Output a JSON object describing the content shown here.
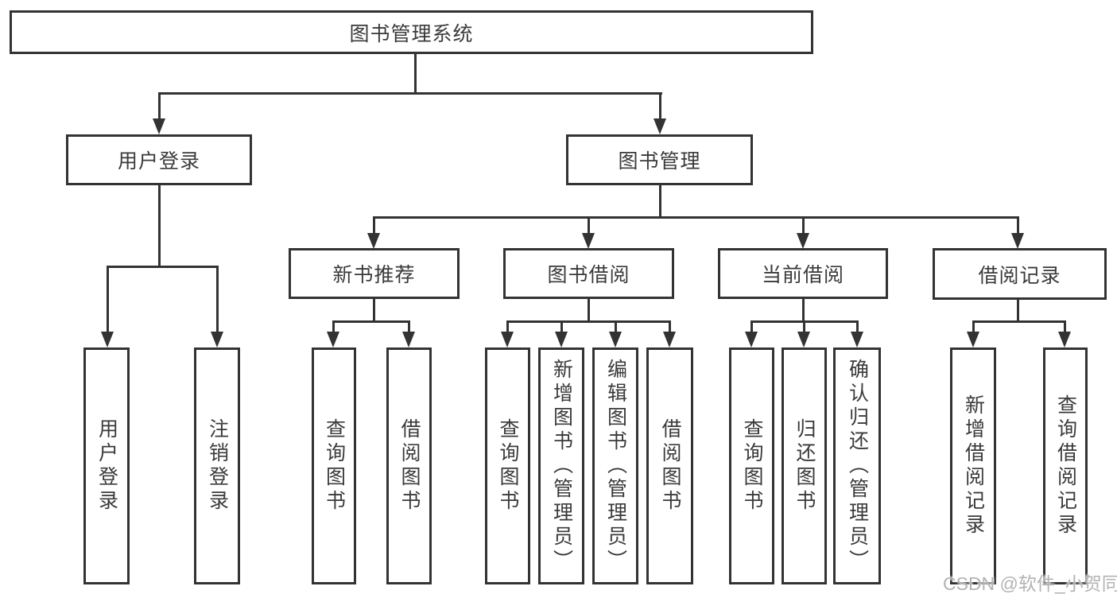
{
  "diagram": {
    "title": "图书管理系统",
    "root": "图书管理系统",
    "level2": {
      "user_login": "用户登录",
      "book_mgmt": "图书管理"
    },
    "level3": {
      "new_books": "新书推荐",
      "borrow": "图书借阅",
      "current": "当前借阅",
      "records": "借阅记录"
    },
    "leaves": {
      "user_login_1": "用户登录",
      "user_login_2": "注销登录",
      "new_books_1": "查询图书",
      "new_books_2": "借阅图书",
      "borrow_1": "查询图书",
      "borrow_2": "新增图书（管理员）",
      "borrow_3": "编辑图书（管理员）",
      "borrow_4": "借阅图书",
      "current_1": "查询图书",
      "current_2": "归还图书",
      "current_3": "确认归还（管理员）",
      "records_1": "新增借阅记录",
      "records_2": "查询借阅记录"
    }
  },
  "watermark": "CSDN @软件_小贺同学",
  "colors": {
    "line": "#333333",
    "text": "#3a3a3a",
    "watermark": "#b3b3b3",
    "background": "#ffffff"
  }
}
